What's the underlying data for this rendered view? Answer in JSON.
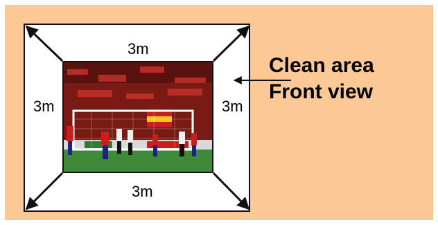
{
  "dimensions": {
    "top": "3m",
    "left": "3m",
    "right": "3m",
    "bottom": "3m"
  },
  "caption": {
    "line1": "Clean area",
    "line2": "Front view"
  },
  "colors": {
    "panel_background": "#fcc896",
    "frame_background": "#ffffff",
    "stroke": "#111111"
  },
  "photo": {
    "subject": "football-stadium-photo"
  }
}
